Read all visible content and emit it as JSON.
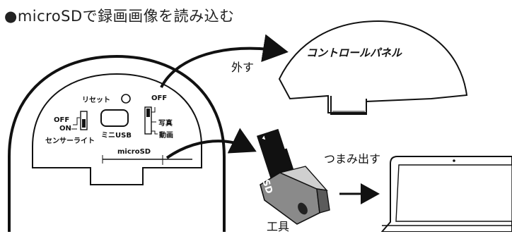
{
  "title": "●microSDで録画画像を読み込む",
  "labels": {
    "reset": "リセット",
    "sensor_off": "OFF",
    "sensor_on": "ON",
    "sensor_light": "センサーライト",
    "mini_usb": "ミニUSB",
    "mode_off": "OFF",
    "mode_photo": "写真",
    "mode_video": "動画",
    "microsd_slot": "microSD",
    "remove": "外す",
    "control_panel": "コントロールパネル",
    "pull_out": "つまみ出す",
    "tool": "工具"
  },
  "card_text": "microSD"
}
